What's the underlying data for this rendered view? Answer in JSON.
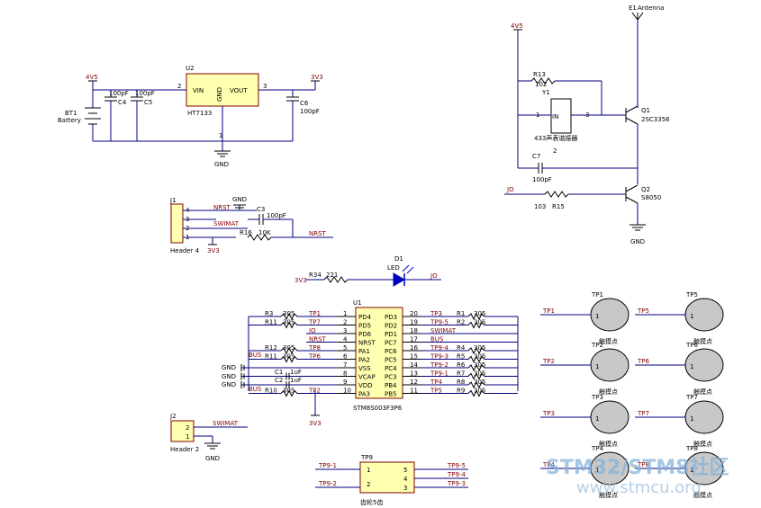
{
  "colors": {
    "wire": "#000080",
    "ic_fill": "#ffffb0",
    "ic_border": "#800000",
    "pad": "#c8c8c8",
    "led": "#0000c0",
    "watermark": "#7fb0d8"
  },
  "power": {
    "bt1": "BT1",
    "battery": "Battery",
    "v4v5_a": "4V5",
    "v4v5_b": "4V5",
    "v3v3_a": "3V3",
    "v3v3_b": "3V3",
    "v3v3_c": "3V3",
    "v3v3_d": "3V3",
    "gnd_a": "GND",
    "gnd_b": "GND",
    "gnd_c": "GND",
    "gnd_d": "GND",
    "gnd_e": "GND",
    "gnd_f": "GND"
  },
  "u2": {
    "ref": "U2",
    "part": "HT7133",
    "vin": "VIN",
    "vout": "VOUT",
    "gnd": "GND",
    "p2": "2",
    "p3": "3",
    "p1": "1"
  },
  "caps": {
    "c4v": "100pF",
    "c4": "C4",
    "c5v": "100pF",
    "c5": "C5",
    "c6": "C6",
    "c6v": "100pF",
    "c3": "C3",
    "c3v": "100pF",
    "c7": "C7",
    "c7v": "100pF",
    "c1": "C1",
    "c1v": "1uF",
    "c2": "C2",
    "c2v": "1uF"
  },
  "j1": {
    "ref": "J1",
    "name": "Header 4",
    "p4": "4",
    "p3": "3",
    "p2": "2",
    "p1": "1",
    "nrst": "NRST",
    "gnd": "GND",
    "swimat": "SWIMAT",
    "r16": "R16",
    "r16v": "10K",
    "nrst2": "NRST"
  },
  "rf": {
    "antenna_ref": "E1",
    "antenna": "Antenna",
    "r13": "R13",
    "r13v": "102",
    "y1": "Y1",
    "y1_p1": "1",
    "y1_p3": "3",
    "y1_p2": "2",
    "y1_in": "IN",
    "y1_name": "433声表谐振器",
    "q1": "Q1",
    "q1v": "2SC3356",
    "q2": "Q2",
    "q2v": "S8050",
    "jo": "JO",
    "r15v": "103",
    "r15": "R15"
  },
  "led": {
    "ref": "D1",
    "name": "LED",
    "r34": "R34",
    "r34v": "221",
    "jo": "JO"
  },
  "u1": {
    "ref": "U1",
    "part": "STM8S003F3P6",
    "left": [
      {
        "n": "1",
        "l": "PD4"
      },
      {
        "n": "2",
        "l": "PD5"
      },
      {
        "n": "3",
        "l": "PD6"
      },
      {
        "n": "4",
        "l": "NRST"
      },
      {
        "n": "5",
        "l": "PA1"
      },
      {
        "n": "6",
        "l": "PA2"
      },
      {
        "n": "7",
        "l": "VSS"
      },
      {
        "n": "8",
        "l": "VCAP"
      },
      {
        "n": "9",
        "l": "VDD"
      },
      {
        "n": "10",
        "l": "PA3"
      }
    ],
    "right": [
      {
        "n": "20",
        "l": "PD3"
      },
      {
        "n": "19",
        "l": "PD2"
      },
      {
        "n": "18",
        "l": "PD1"
      },
      {
        "n": "17",
        "l": "PC7"
      },
      {
        "n": "16",
        "l": "PC6"
      },
      {
        "n": "15",
        "l": "PC5"
      },
      {
        "n": "14",
        "l": "PC4"
      },
      {
        "n": "13",
        "l": "PC3"
      },
      {
        "n": "12",
        "l": "PB4"
      },
      {
        "n": "11",
        "l": "PB5"
      }
    ],
    "lnets": [
      "TP1",
      "TP7",
      "JO",
      "NRST",
      "TP8",
      "TP6",
      "",
      "",
      "",
      "TP2"
    ],
    "rnets": [
      "TP3",
      "TP9-5",
      "SWIMAT",
      "BUS",
      "TP9-4",
      "TP9-3",
      "TP9-2",
      "TP9-1",
      "TP4",
      "TP5"
    ],
    "lres": [
      {
        "r": "R3",
        "v": "305"
      },
      {
        "r": "R11",
        "v": "305"
      },
      {
        "r": "",
        "v": ""
      },
      {
        "r": "",
        "v": ""
      },
      {
        "r": "R12",
        "v": "305"
      },
      {
        "r": "R11",
        "v": "305"
      },
      {
        "r": "",
        "v": ""
      },
      {
        "r": "",
        "v": ""
      },
      {
        "r": "",
        "v": ""
      },
      {
        "r": "R10",
        "v": "305"
      }
    ],
    "rres": [
      {
        "r": "R1",
        "v": "305"
      },
      {
        "r": "R2",
        "v": "305"
      },
      {
        "r": "",
        "v": ""
      },
      {
        "r": "",
        "v": ""
      },
      {
        "r": "R4",
        "v": "305"
      },
      {
        "r": "R5",
        "v": "305"
      },
      {
        "r": "R6",
        "v": "305"
      },
      {
        "r": "R7",
        "v": "305"
      },
      {
        "r": "R8",
        "v": "305"
      },
      {
        "r": "R9",
        "v": "305"
      }
    ],
    "bus_a": "BUS",
    "bus_b": "BUS",
    "gnd1": "GND",
    "gnd2": "GND",
    "gnd3": "GND"
  },
  "j2": {
    "ref": "J2",
    "name": "Header 2",
    "p2": "2",
    "p1": "1",
    "swimat": "SWIMAT"
  },
  "tp9": {
    "ref": "TP9",
    "name": "齿轮5齿",
    "p1": "1",
    "p2": "2",
    "p3": "3",
    "p4": "4",
    "p5": "5",
    "l1": "TP9-1",
    "l2": "TP9-2",
    "r5": "TP9-5",
    "r4": "TP9-4",
    "r3": "TP9-3"
  },
  "tps": [
    {
      "ref": "TP1",
      "net": "TP1",
      "pin": "1",
      "label": "触摸点"
    },
    {
      "ref": "TP5",
      "net": "TP5",
      "pin": "1",
      "label": "触摸点"
    },
    {
      "ref": "TP2",
      "net": "TP2",
      "pin": "1",
      "label": "触摸点"
    },
    {
      "ref": "TP6",
      "net": "TP6",
      "pin": "1",
      "label": "触摸点"
    },
    {
      "ref": "TP3",
      "net": "TP3",
      "pin": "1",
      "label": "触摸点"
    },
    {
      "ref": "TP7",
      "net": "TP7",
      "pin": "1",
      "label": "触摸点"
    },
    {
      "ref": "TP4",
      "net": "TP4",
      "pin": "1",
      "label": "触摸点"
    },
    {
      "ref": "TP8",
      "net": "TP8",
      "pin": "1",
      "label": "触摸点"
    }
  ],
  "watermark": {
    "line1": "STM32/STM8社区",
    "line2": "www.stmcu.org"
  }
}
